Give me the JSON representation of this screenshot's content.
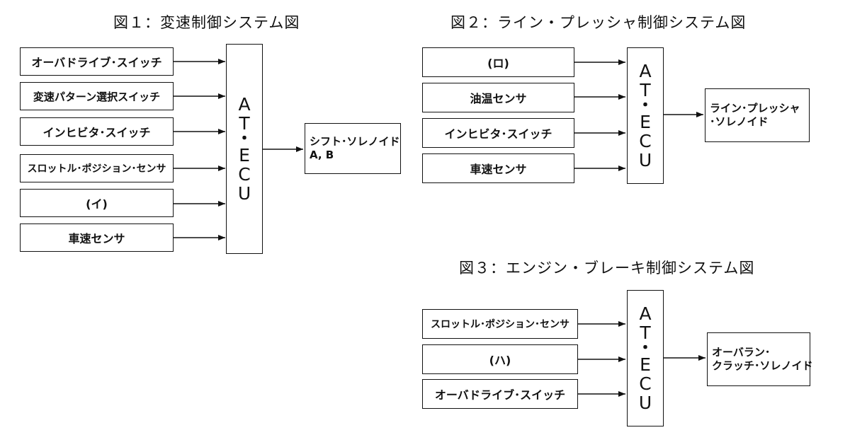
{
  "fig1": {
    "title": "図１：変速制御システム図",
    "inputs": [
      "オーバドライブ･スイッチ",
      "変速パターン選択スイッチ",
      "インヒビタ･スイッチ",
      "スロットル･ポジション･センサ",
      "(イ)",
      "車速センサ"
    ],
    "ecu": [
      "A",
      "T",
      "・",
      "E",
      "C",
      "U"
    ],
    "output": [
      "シフト･ソレノイド",
      "A, B"
    ]
  },
  "fig2": {
    "title": "図２：ライン・プレッシャ制御システム図",
    "inputs": [
      "(ロ)",
      "油温センサ",
      "インヒビタ･スイッチ",
      "車速センサ"
    ],
    "ecu": [
      "A",
      "T",
      "・",
      "E",
      "C",
      "U"
    ],
    "output": [
      "ライン･プレッシャ",
      "･ソレノイド"
    ]
  },
  "fig3": {
    "title": "図３：エンジン・ブレーキ制御システム図",
    "inputs": [
      "スロットル･ポジション･センサ",
      "(ハ)",
      "オーバドライブ･スイッチ"
    ],
    "ecu": [
      "A",
      "T",
      "・",
      "E",
      "C",
      "U"
    ],
    "output": [
      "オーバラン･",
      "クラッチ･ソレノイド"
    ]
  }
}
